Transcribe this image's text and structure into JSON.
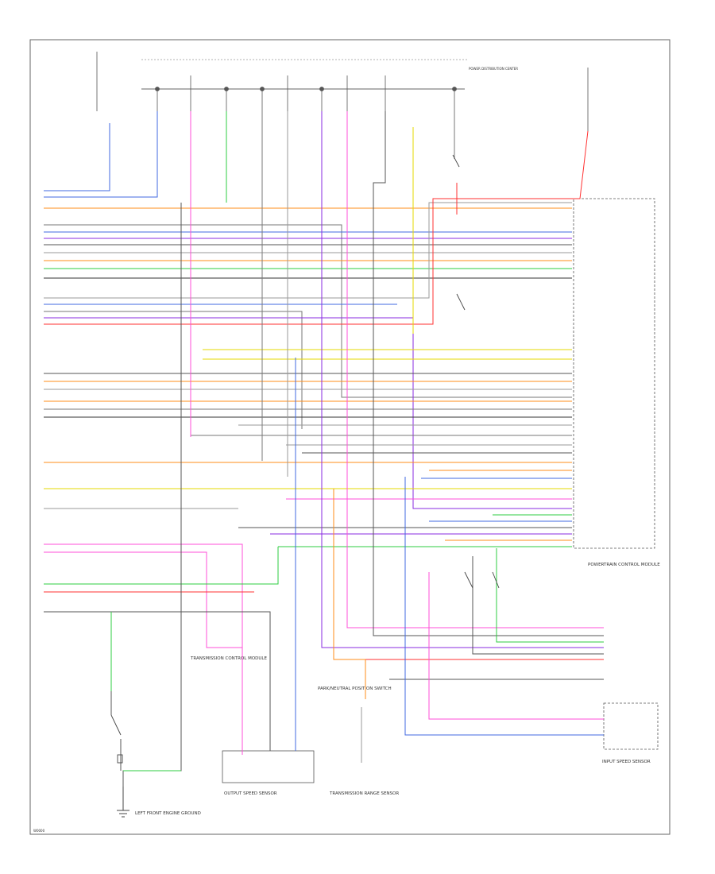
{
  "diagram": {
    "corner_code": "W0000",
    "top_label": "POWER DISTRIBUTION CENTER",
    "ecu_name": "POWERTRAIN CONTROL MODULE",
    "tcm_name": "TRANSMISSION CONTROL MODULE",
    "bottom_blocks": [
      "OUTPUT SPEED SENSOR",
      "TRANSMISSION RANGE SENSOR",
      "PARK/NEUTRAL POSITION SWITCH"
    ],
    "side_block": "INPUT SPEED SENSOR",
    "ground_label": "LEFT FRONT ENGINE GROUND",
    "colors": {
      "orange": "#ff8c1a",
      "blue": "#4169e1",
      "green": "#2ecc40",
      "pink": "#ff4fd8",
      "purple": "#8a2be2",
      "red": "#ff3030",
      "yellow": "#e6d800",
      "gray": "#777777",
      "black": "#333333",
      "teal": "#00b3a1"
    }
  }
}
